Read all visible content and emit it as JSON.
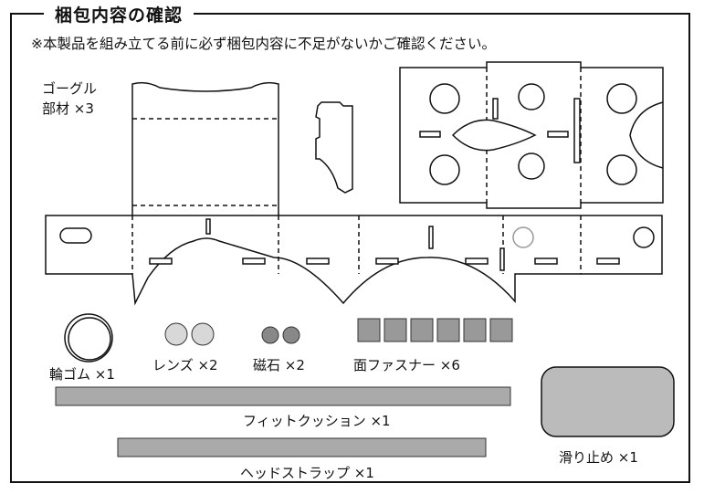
{
  "title": "梱包内容の確認",
  "notice": "※本製品を組み立てる前に必ず梱包内容に不足がないかご確認ください。",
  "parts": {
    "goggle_parts": {
      "name": "ゴーグル",
      "qty": "部材 ×3"
    },
    "rubber_band": "輪ゴム ×1",
    "lens": "レンズ ×2",
    "magnet": "磁石 ×2",
    "velcro": "面ファスナー ×6",
    "fit_cushion": "フィットクッション ×1",
    "head_strap": "ヘッドストラップ ×1",
    "non_slip": "滑り止め ×1"
  }
}
